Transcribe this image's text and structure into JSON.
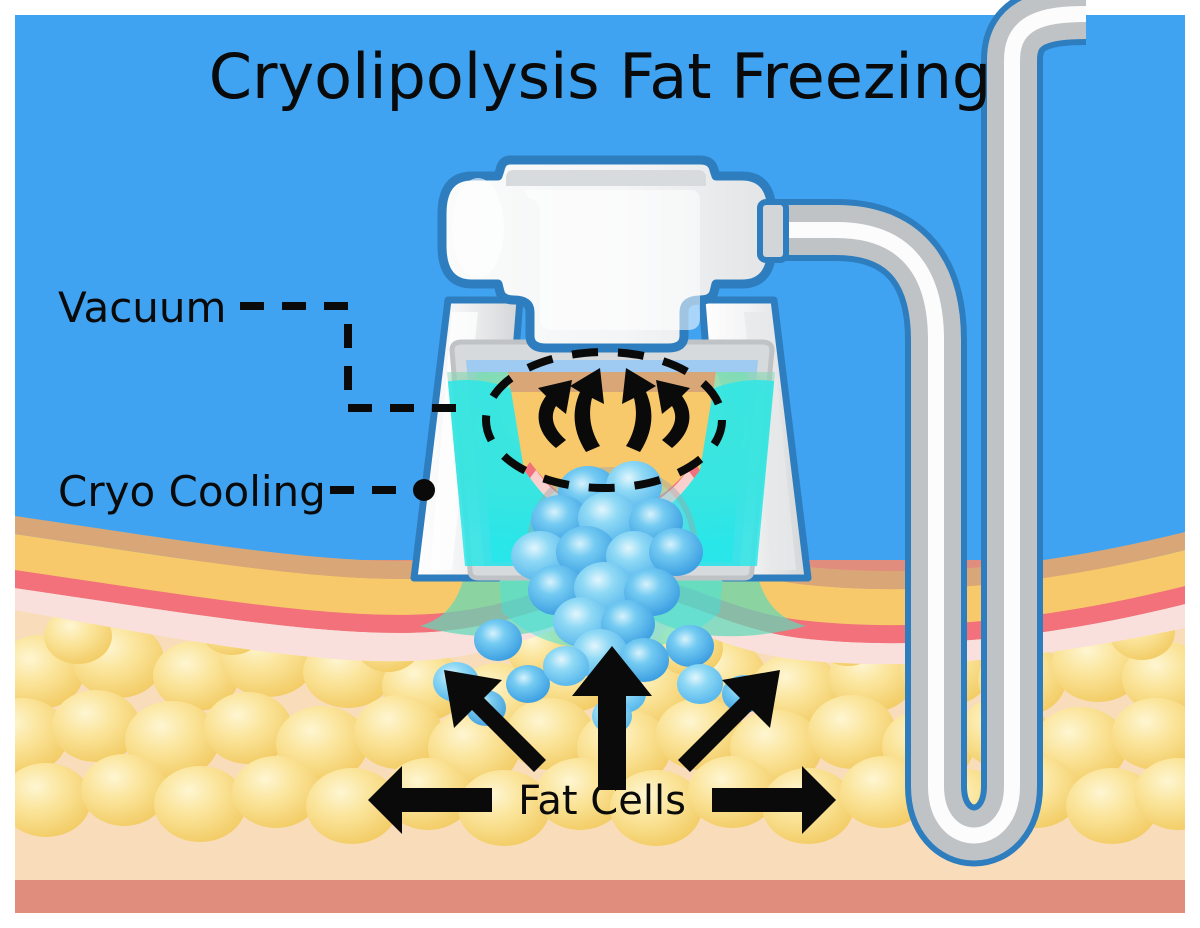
{
  "figure": {
    "title": "Cryolipolysis Fat Freezing",
    "frame_color": "#ffffff",
    "background_color": "#3FA3F2"
  },
  "labels": {
    "vacuum": "Vacuum",
    "cryo_cooling": "Cryo Cooling",
    "fat_cells": "Fat Cells"
  },
  "annotations": {
    "vacuum_leader": "dashed-step-leader",
    "cryo_leader": "dashed-leader-with-dot",
    "vacuum_zone": "dashed-ellipse",
    "suction_arrows": "four-curved-up-arrows",
    "fat_arrows": "five-radiating-arrows"
  },
  "device": {
    "name": "cryolipolysis-applicator",
    "body_color": "#F4F5F6",
    "outline_color": "#2E7EBF",
    "shadow_color": "#C9CCCE",
    "hose_color": "#E8E9EA",
    "hose_highlight": "#FFFFFF",
    "chamber_rim_color": "#9FCBF2",
    "chamber_plate_color": "#D7DADC"
  },
  "tissue_layers": [
    {
      "name": "epidermis",
      "color": "#D9A777"
    },
    {
      "name": "dermis",
      "color": "#F8C96A"
    },
    {
      "name": "blood-vessel-layer",
      "color": "#F2717A"
    },
    {
      "name": "hypodermis",
      "color": "#FAE0DC"
    },
    {
      "name": "fat-cell-layer",
      "color": "#F2CC60"
    },
    {
      "name": "muscle",
      "color": "#E08D7E"
    }
  ],
  "cooling_field": {
    "cold_core_color": "#27E6E6",
    "cold_mid_color": "#5BE3D6",
    "halo_color": "#8FD89E",
    "frozen_cell_color": "#3FA9E8",
    "frozen_cell_highlight": "#B9E8FA"
  },
  "fat_cell_style": {
    "fill_center": "#FBECA8",
    "fill_edge": "#F2CC60"
  }
}
